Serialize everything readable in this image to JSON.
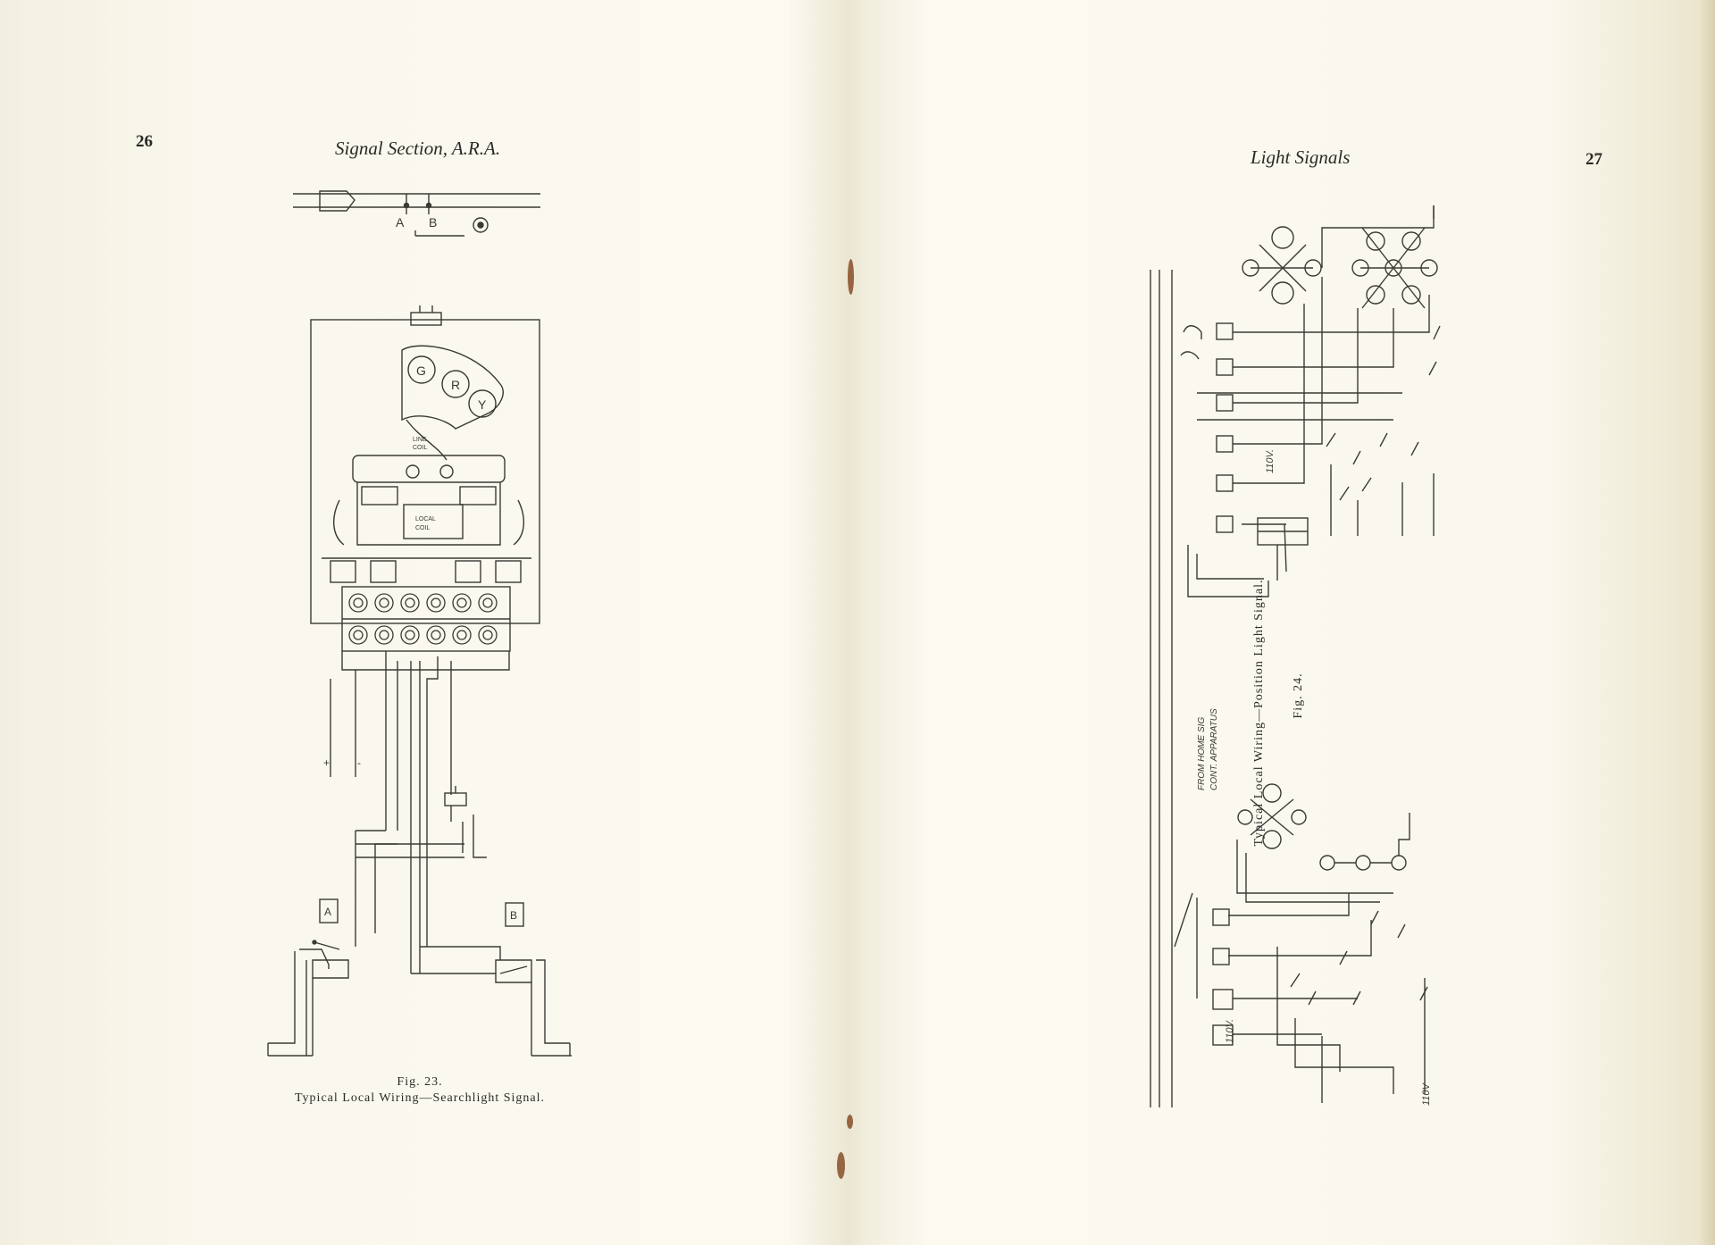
{
  "left_page": {
    "page_number": "26",
    "running_head": "Signal Section, A.R.A.",
    "figure": {
      "number": "Fig. 23.",
      "caption": "Typical Local Wiring—Searchlight Signal.",
      "labels": {
        "a": "A",
        "b": "B",
        "g": "G",
        "r": "R",
        "y": "Y",
        "line_coil_1": "LINE",
        "line_coil_2": "COIL",
        "local_coil_1": "LOCAL",
        "local_coil_2": "COIL",
        "plus": "+",
        "minus": "-",
        "relay_a": "A",
        "relay_b": "B"
      }
    }
  },
  "right_page": {
    "page_number": "27",
    "running_head": "Light Signals",
    "figure": {
      "number": "Fig. 24.",
      "caption": "Typical Local Wiring—Position Light Signal.",
      "labels": {
        "volt_110": "110V.",
        "volt_110_b": "110V.",
        "volt_110_c": "110V",
        "from_home_1": "FROM HOME SIG",
        "from_home_2": "CONT. APPARATUS"
      }
    }
  }
}
